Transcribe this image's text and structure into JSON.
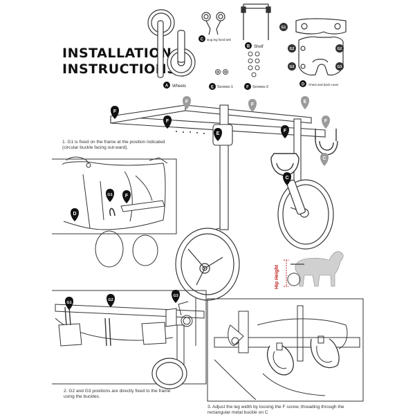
{
  "title_line1": "INSTALLATION",
  "title_line2": "INSTRUCTIONS",
  "parts": {
    "a": {
      "letter": "A",
      "name": "Wheels"
    },
    "b": {
      "letter": "B",
      "name": "Shelf"
    },
    "c": {
      "letter": "C",
      "name": "Dog leg fixed belt"
    },
    "d": {
      "letter": "D",
      "name": "Chest and back cover"
    },
    "e": {
      "letter": "E",
      "name": "Screws-1"
    },
    "f": {
      "letter": "F",
      "name": "Screws-2"
    }
  },
  "cover_labels": {
    "g1": "G1",
    "g2": "G2",
    "g3": "G3",
    "d": "D"
  },
  "markers": {
    "f": "F",
    "e": "E",
    "c": "C",
    "d": "D",
    "g1": "G1",
    "g2": "G2",
    "g3": "G3"
  },
  "hip_height": "Hip Height",
  "steps": {
    "step1": "1. G1 is fixed on the frame at the position indicated (circular buckle facing out-ward).",
    "step2": "2. G2 and G3 positions are directly fixed to the frame using the buckles.",
    "step3": "3. Adjust the leg width by loosing the F screw, threading through the rectangular metal buckle on C"
  }
}
